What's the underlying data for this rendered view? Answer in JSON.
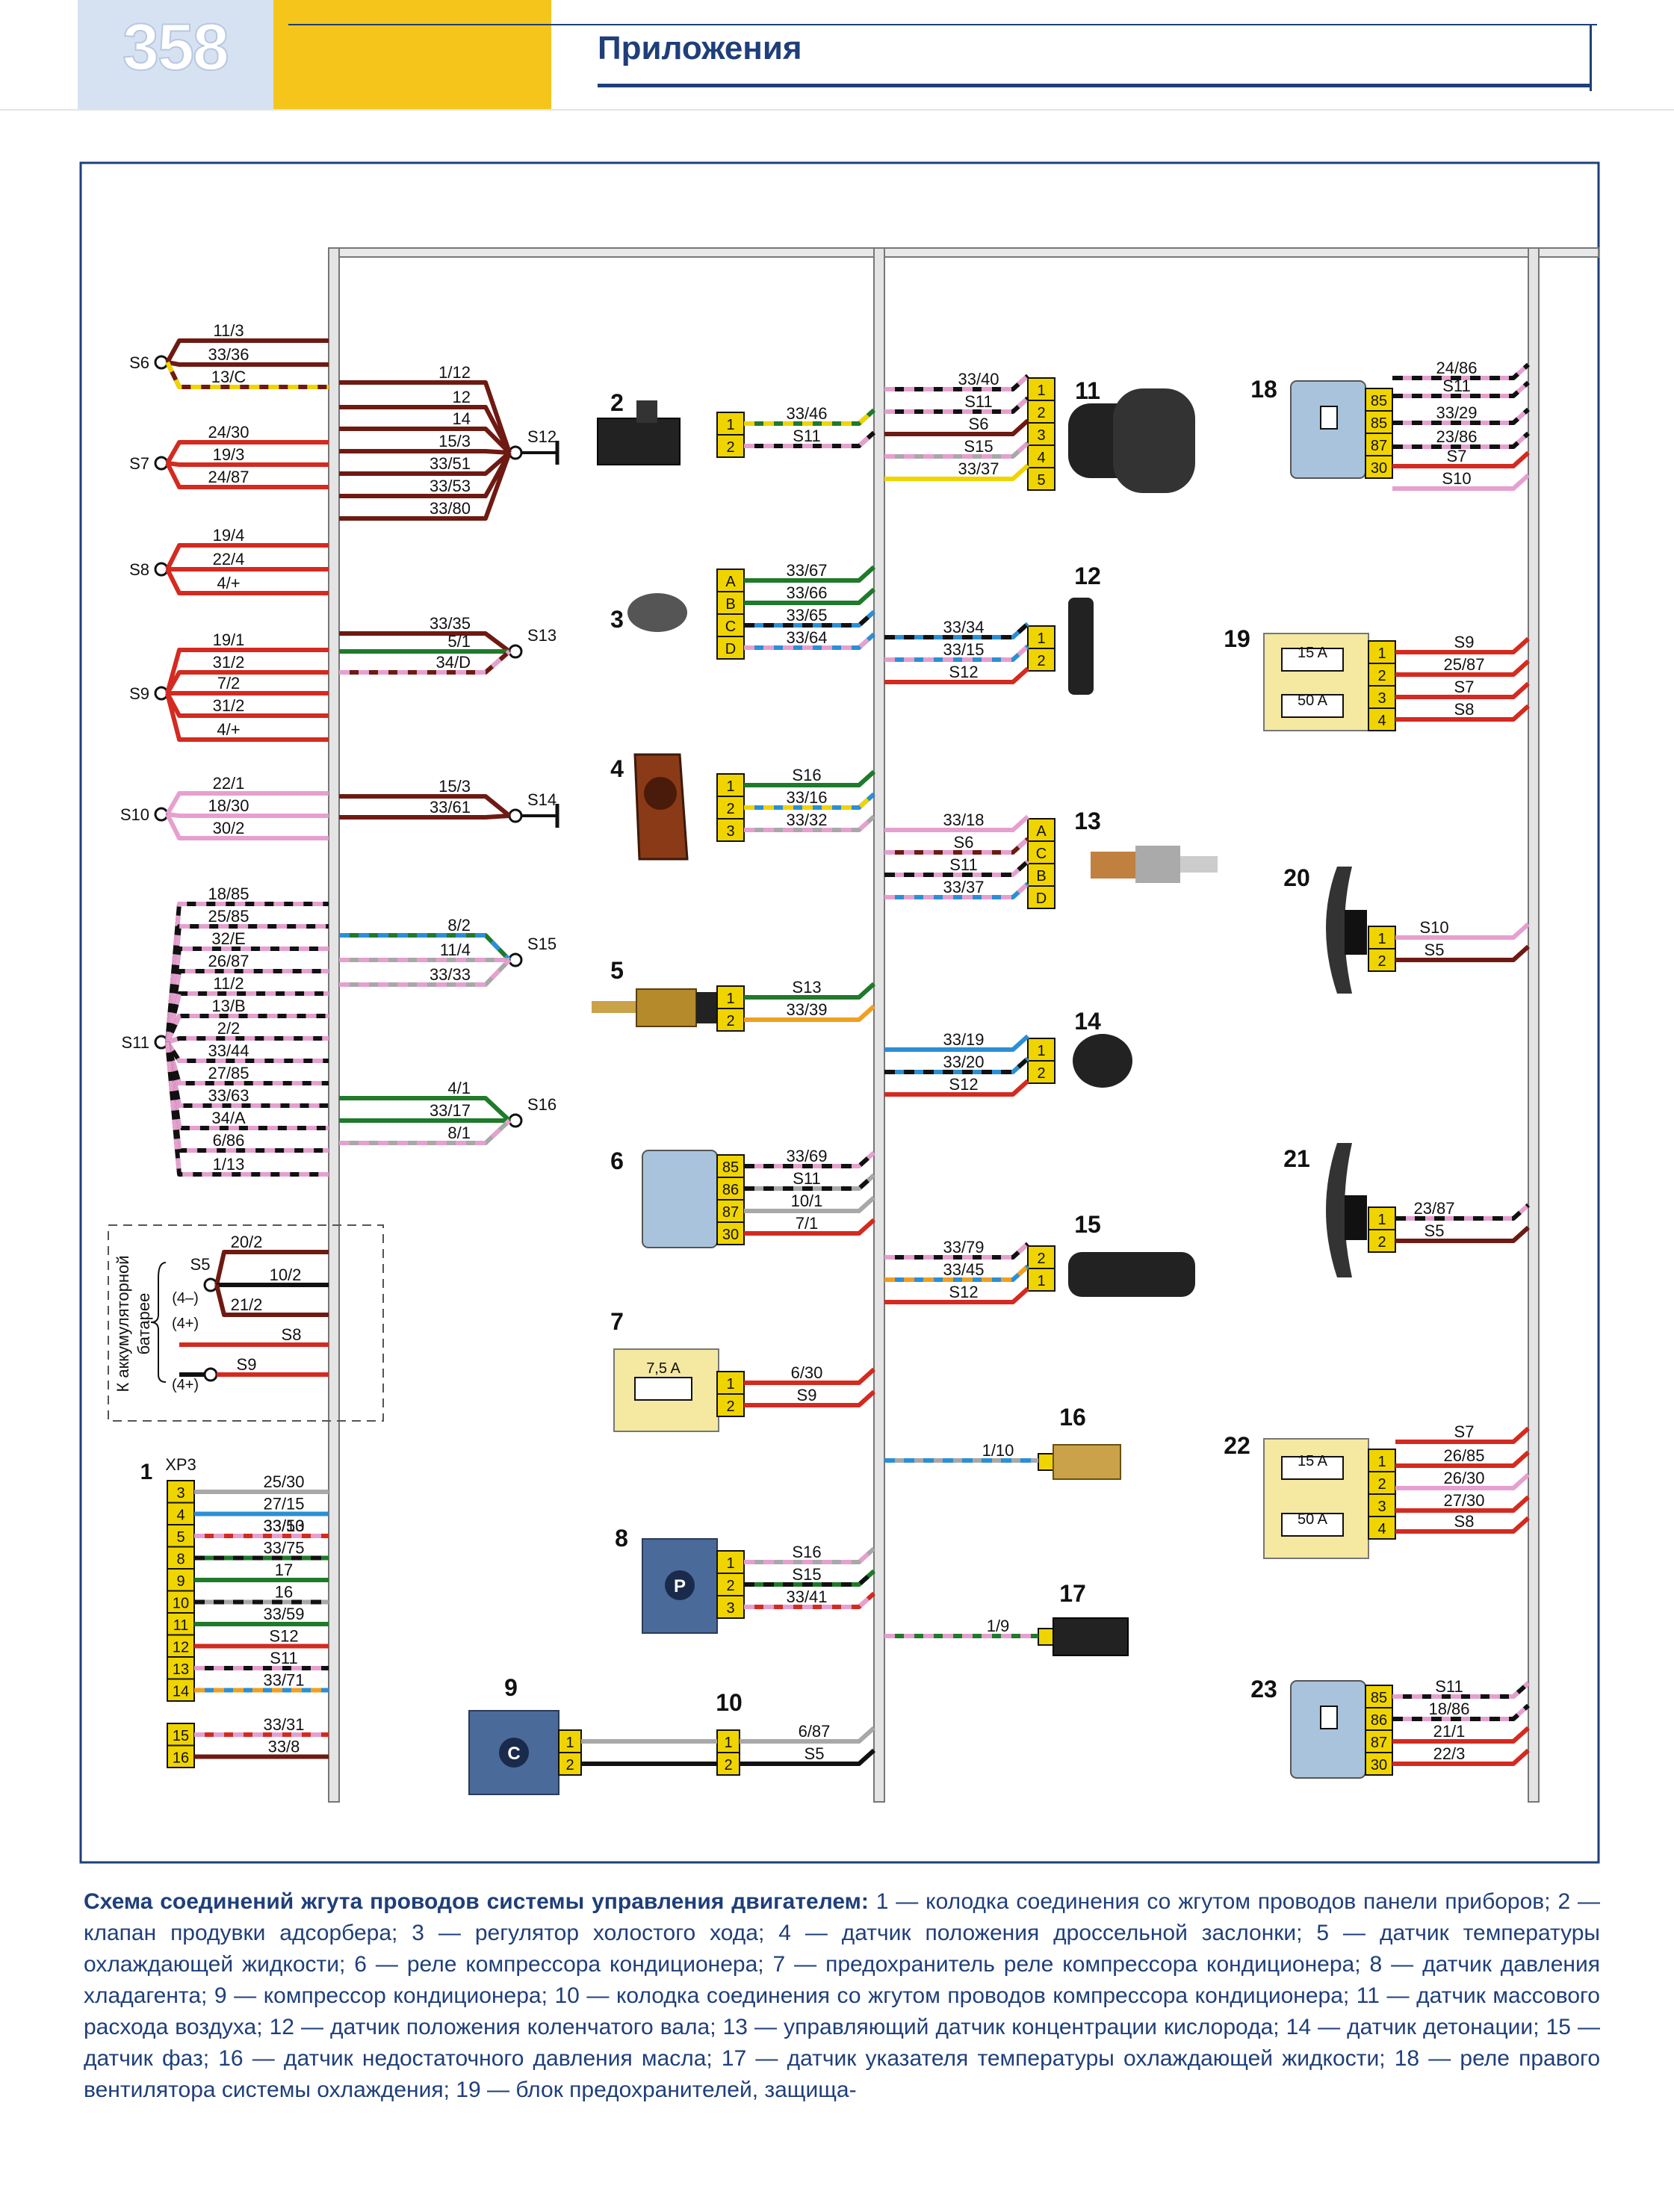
{
  "header": {
    "page_number": "358",
    "section_title": "Приложения"
  },
  "colors": {
    "red": "#d42a20",
    "brown": "#6e1a12",
    "pink": "#e6a0cf",
    "green": "#1f7a2a",
    "blue": "#2c8fd4",
    "gray": "#a8a8a8",
    "yellow": "#f0d400",
    "black": "#111111",
    "orange": "#f0a020",
    "connector": "#f5e8a0",
    "frame": "#1f3f7a"
  },
  "splices": {
    "S6": {
      "label": "S6",
      "wires": [
        "11/3",
        "33/36",
        "13/C"
      ]
    },
    "S7": {
      "label": "S7",
      "wires": [
        "24/30",
        "19/3",
        "24/87"
      ]
    },
    "S8": {
      "label": "S8",
      "wires": [
        "19/4",
        "22/4",
        "4/+"
      ]
    },
    "S9": {
      "label": "S9",
      "wires": [
        "19/1",
        "31/2",
        "7/2",
        "31/2",
        "4/+"
      ]
    },
    "S10": {
      "label": "S10",
      "wires": [
        "22/1",
        "18/30",
        "30/2"
      ]
    },
    "S11": {
      "label": "S11",
      "wires": [
        "18/85",
        "25/85",
        "32/E",
        "26/87",
        "11/2",
        "13/B",
        "2/2",
        "33/44",
        "27/85",
        "33/63",
        "34/A",
        "6/86",
        "1/13"
      ]
    },
    "S12": {
      "label": "S12",
      "wires": [
        "1/12",
        "12",
        "14",
        "15/3",
        "33/51",
        "33/53",
        "33/80"
      ]
    },
    "S13": {
      "label": "S13",
      "wires": [
        "33/35",
        "5/1",
        "34/D"
      ]
    },
    "S14": {
      "label": "S14",
      "wires": [
        "15/3",
        "33/61"
      ]
    },
    "S15": {
      "label": "S15",
      "wires": [
        "8/2",
        "11/4",
        "33/33"
      ]
    },
    "S16": {
      "label": "S16",
      "wires": [
        "4/1",
        "33/17",
        "8/1"
      ]
    }
  },
  "battery": {
    "title_line1": "К аккумуляторной",
    "title_line2": "батарее",
    "s5": "S5",
    "minus": "(4–)",
    "plus1": "(4+)",
    "plus2": "(4+)",
    "s8": "S8",
    "s9": "S9",
    "wires": [
      "20/2",
      "10/2",
      "21/2"
    ]
  },
  "xp3": {
    "label": "XP3",
    "number": "1",
    "pins": [
      "3",
      "4",
      "5",
      "8",
      "9",
      "10",
      "11",
      "12",
      "13",
      "14",
      "15",
      "16"
    ],
    "wires": [
      "25/30",
      "27/15",
      "33/13",
      "33/50",
      "33/75",
      "17",
      "16",
      "33/59",
      "S12",
      "S11",
      "33/71",
      "33/31",
      "33/8"
    ]
  },
  "components": {
    "c2": {
      "num": "2",
      "pins": [
        "1",
        "2"
      ],
      "wires": [
        "33/46",
        "S11"
      ]
    },
    "c3": {
      "num": "3",
      "pins": [
        "A",
        "B",
        "C",
        "D"
      ],
      "wires": [
        "33/67",
        "33/66",
        "33/65",
        "33/64"
      ]
    },
    "c4": {
      "num": "4",
      "pins": [
        "1",
        "2",
        "3"
      ],
      "wires": [
        "S16",
        "33/16",
        "33/32"
      ]
    },
    "c5": {
      "num": "5",
      "pins": [
        "1",
        "2"
      ],
      "wires": [
        "S13",
        "33/39"
      ]
    },
    "c6": {
      "num": "6",
      "pins": [
        "85",
        "86",
        "87",
        "30"
      ],
      "wires": [
        "33/69",
        "S11",
        "10/1",
        "7/1"
      ]
    },
    "c7": {
      "num": "7",
      "fuse": "7,5 A",
      "pins": [
        "1",
        "2"
      ],
      "wires": [
        "6/30",
        "S9"
      ]
    },
    "c8": {
      "num": "8",
      "symbol": "P",
      "pins": [
        "1",
        "2",
        "3"
      ],
      "wires": [
        "S16",
        "S15",
        "33/41"
      ]
    },
    "c9": {
      "num": "9",
      "symbol": "C",
      "pins": [
        "1",
        "2"
      ]
    },
    "c10": {
      "num": "10",
      "pins": [
        "1",
        "2"
      ],
      "wires": [
        "6/87",
        "S5"
      ]
    },
    "c11": {
      "num": "11",
      "pins": [
        "1",
        "2",
        "3",
        "4",
        "5"
      ],
      "wires": [
        "33/40",
        "S11",
        "S6",
        "S15",
        "33/37"
      ]
    },
    "c12": {
      "num": "12",
      "pins": [
        "1",
        "2"
      ],
      "wires": [
        "33/34",
        "33/15",
        "S12"
      ]
    },
    "c13": {
      "num": "13",
      "pins": [
        "A",
        "C",
        "B",
        "D"
      ],
      "wires": [
        "33/18",
        "S6",
        "S11",
        "33/37"
      ]
    },
    "c14": {
      "num": "14",
      "pins": [
        "1",
        "2"
      ],
      "wires": [
        "33/19",
        "33/20",
        "S12"
      ]
    },
    "c15": {
      "num": "15",
      "pins": [
        "2",
        "1"
      ],
      "wires": [
        "33/79",
        "33/45",
        "S12"
      ]
    },
    "c16": {
      "num": "16",
      "wires": [
        "1/10"
      ]
    },
    "c17": {
      "num": "17",
      "wires": [
        "1/9"
      ]
    },
    "c18": {
      "num": "18",
      "pins": [
        "85",
        "85",
        "87",
        "30"
      ],
      "wires": [
        "24/86",
        "S11",
        "33/29",
        "23/86",
        "S7",
        "S10"
      ]
    },
    "c19": {
      "num": "19",
      "fuses": [
        "15 A",
        "50 A"
      ],
      "pins": [
        "1",
        "2",
        "3",
        "4"
      ],
      "wires": [
        "S9",
        "25/87",
        "S7",
        "S8"
      ]
    },
    "c20": {
      "num": "20",
      "pins": [
        "1",
        "2"
      ],
      "wires": [
        "S10",
        "S5"
      ]
    },
    "c21": {
      "num": "21",
      "pins": [
        "1",
        "2"
      ],
      "wires": [
        "23/87",
        "S5"
      ]
    },
    "c22": {
      "num": "22",
      "fuses": [
        "15 A",
        "50 A"
      ],
      "pins": [
        "1",
        "2",
        "3",
        "4"
      ],
      "wires": [
        "S7",
        "26/85",
        "26/30",
        "27/30",
        "S8"
      ]
    },
    "c23": {
      "num": "23",
      "pins": [
        "85",
        "86",
        "87",
        "30"
      ],
      "wires": [
        "S11",
        "18/86",
        "21/1",
        "22/3"
      ]
    }
  },
  "caption": {
    "bold": "Схема соединений жгута проводов системы управления двигателем:",
    "text": " 1 — колодка соединения со жгутом проводов панели приборов; 2 — клапан продувки адсорбера; 3 — регулятор холостого хода; 4 — датчик положения дроссельной заслонки; 5 — датчик температуры охлаждающей жидкости; 6 — реле компрессора кондиционера; 7 — предохранитель реле компрессора кондиционера; 8 — датчик давления хладагента; 9 — компрессор кондиционера; 10 — колодка соединения со жгутом проводов компрессора кондиционера; 11 — датчик массового расхода воздуха; 12 — датчик положения коленчатого вала; 13 — управляющий датчик концентрации кислорода; 14 — датчик детонации; 15 — датчик фаз; 16 — датчик недостаточного давления масла; 17 — датчик указателя температуры охлаждающей жидкости; 18 — реле правого вентилятора системы охлаждения; 19 — блок предохранителей, защища-"
  }
}
